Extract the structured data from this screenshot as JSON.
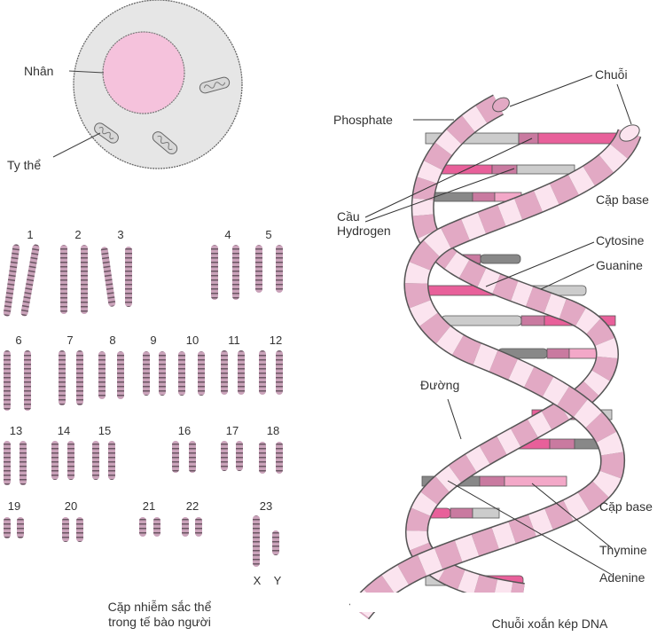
{
  "cell": {
    "nucleus_label": "Nhân",
    "mitochondria_label": "Ty thể",
    "colors": {
      "cytoplasm": "#e6e6e6",
      "nucleus": "#f5c2dc",
      "outline": "#666666"
    }
  },
  "karyotype": {
    "caption_line1": "Cặp nhiễm sắc thể",
    "caption_line2": "trong tế bào người",
    "chromosomes": [
      "1",
      "2",
      "3",
      "4",
      "5",
      "6",
      "7",
      "8",
      "9",
      "10",
      "11",
      "12",
      "13",
      "14",
      "15",
      "16",
      "17",
      "18",
      "19",
      "20",
      "21",
      "22",
      "23"
    ],
    "sex_labels": {
      "x": "X",
      "y": "Y"
    },
    "colors": {
      "chromosome": "#c9a0b8",
      "band": "#555555"
    }
  },
  "dna": {
    "caption": "Chuỗi xoắn kép DNA",
    "labels": {
      "strand": "Chuỗi",
      "phosphate": "Phosphate",
      "hydrogen_bond_line1": "Cầu",
      "hydrogen_bond_line2": "Hydrogen",
      "base_pair_top": "Cặp base",
      "cytosine": "Cytosine",
      "guanine": "Guanine",
      "sugar": "Đường",
      "base_pair_bottom": "Cặp base",
      "thymine": "Thymine",
      "adenine": "Adenine"
    },
    "colors": {
      "strand_light": "#fbe4ef",
      "strand_dark": "#e2a9c4",
      "base_pink": "#e8609a",
      "base_mid": "#c97aa0",
      "base_gray_light": "#cccccc",
      "base_gray_dark": "#888888"
    }
  }
}
